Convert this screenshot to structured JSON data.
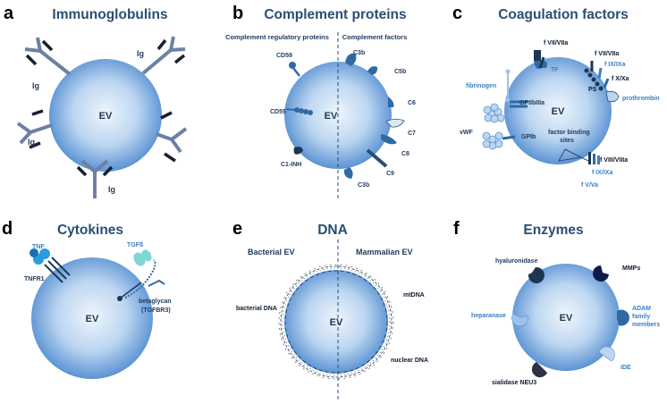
{
  "panels": {
    "a": {
      "letter": "a",
      "title": "Immunoglobulins",
      "ev": "EV",
      "ig_label": "Ig"
    },
    "b": {
      "letter": "b",
      "title": "Complement proteins",
      "ev": "EV",
      "left_header": "Complement regulatory proteins",
      "right_header": "Complement factors",
      "labels": {
        "cd59": "CD59",
        "cd55": "CD55",
        "c1inh": "C1-INH",
        "c3b_top": "C3b",
        "c5b": "C5b",
        "c6": "C6",
        "c7": "C7",
        "c8": "C8",
        "c9": "C9",
        "c3b_bottom": "C3b"
      }
    },
    "c": {
      "letter": "c",
      "title": "Coagulation factors",
      "ev": "EV",
      "labels": {
        "f7_top": "f VII/VIIa",
        "tf": "TF",
        "f7_right": "f VII/VIIa",
        "f9_right": "f IX/IXa",
        "f10": "f X/Xa",
        "ps": "PS",
        "prothrombin": "prothrombin",
        "fibrinogen": "fibrinogen",
        "gp2b3a": "GPIIbIIIa",
        "vwf": "vWF",
        "gp1b": "GPIb",
        "binding": "factor binding sites",
        "f8": "f VIII/VIIIa",
        "f9_bottom": "f IX/IXa",
        "f5": "f V/Va"
      }
    },
    "d": {
      "letter": "d",
      "title": "Cytokines",
      "ev": "EV",
      "labels": {
        "tnf": "TNF",
        "tnfr1": "TNFR1",
        "tgfb": "TGFß",
        "betaglycan": "betaglycan",
        "tgfbr3": "(TGFBR3)"
      }
    },
    "e": {
      "letter": "e",
      "title": "DNA",
      "ev": "EV",
      "left_header": "Bacterial EV",
      "right_header": "Mammalian EV",
      "labels": {
        "bacterial": "bacterial DNA",
        "mt": "mtDNA",
        "nuclear": "nuclear DNA"
      }
    },
    "f": {
      "letter": "f",
      "title": "Enzymes",
      "ev": "EV",
      "labels": {
        "hyaluronidase": "hyaluronidase",
        "mmps": "MMPs",
        "heparanase": "heparanase",
        "adam1": "ADAM",
        "adam2": "family",
        "adam3": "members",
        "ide": "IDE",
        "neu3": "sialidase NEU3"
      }
    }
  },
  "colors": {
    "title": "#2a4e74",
    "ev_light": "#e6f1fb",
    "ev_dark": "#5b93d3",
    "dark_navy": "#1f3550",
    "mid_blue": "#2f6aa3",
    "light_blue": "#9cc2e8"
  }
}
